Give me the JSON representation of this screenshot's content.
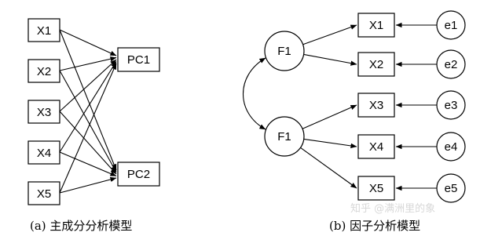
{
  "pca": {
    "caption": "(a) 主成分分析模型",
    "inputs": [
      "X1",
      "X2",
      "X3",
      "X4",
      "X5"
    ],
    "components": [
      "PC1",
      "PC2"
    ]
  },
  "fa": {
    "caption": "(b) 因子分析模型",
    "factors": [
      "F1",
      "F1"
    ],
    "indicators": [
      "X1",
      "X2",
      "X3",
      "X4",
      "X5"
    ],
    "errors": [
      "e1",
      "e2",
      "e3",
      "e4",
      "e5"
    ]
  },
  "watermark": "知乎 @满洲里的象"
}
